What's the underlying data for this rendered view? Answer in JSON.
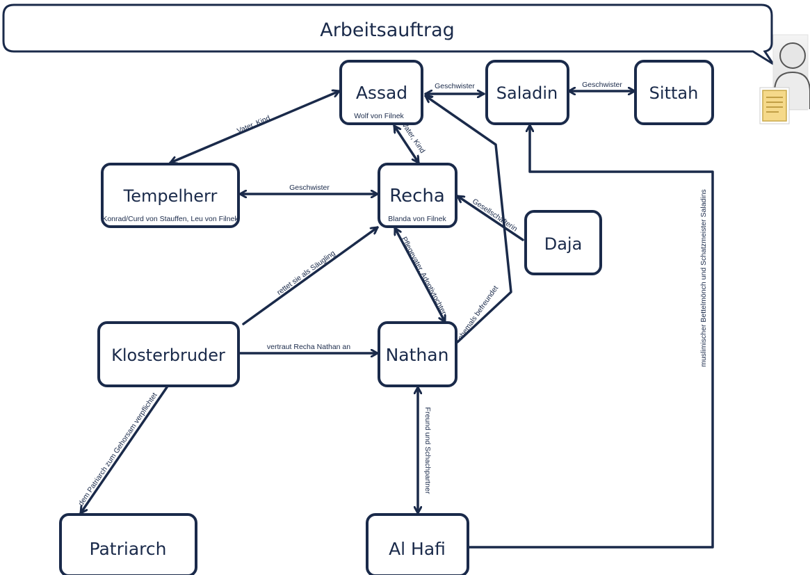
{
  "header": {
    "title": "Arbeitsauftrag"
  },
  "nodes": {
    "assad": {
      "label": "Assad",
      "sub": "Wolf von Filnek"
    },
    "saladin": {
      "label": "Saladin"
    },
    "sittah": {
      "label": "Sittah"
    },
    "tempelherr": {
      "label": "Tempelherr",
      "sub": "Konrad/Curd von Stauffen, Leu von Filnek"
    },
    "recha": {
      "label": "Recha",
      "sub": "Blanda von Filnek"
    },
    "daja": {
      "label": "Daja"
    },
    "klosterbruder": {
      "label": "Klosterbruder"
    },
    "nathan": {
      "label": "Nathan"
    },
    "patriarch": {
      "label": "Patriarch"
    },
    "alhafi": {
      "label": "Al Hafi"
    }
  },
  "edges": {
    "assad_saladin": "Geschwister",
    "saladin_sittah": "Geschwister",
    "assad_tempelherr": "Vater, Kind",
    "assad_recha": "Vater, Kind",
    "tempelherr_recha": "Geschwister",
    "daja_recha": "Gesellschafterin",
    "recha_nathan": "Pflegevater, Adoptivtochter",
    "nathan_assad": "ehemals befreundet",
    "klosterbruder_recha": "rettet sie als Säugling",
    "klosterbruder_nathan": "vertraut Recha Nathan an",
    "klosterbruder_patriarch": "dem Patriarch zum Gehorsam verpflichtet",
    "nathan_alhafi": "Freund und Schachpartner",
    "alhafi_saladin": "muslimischer Bettelmönch und Schatzmeister Saladins"
  },
  "colors": {
    "ink": "#1a2a4a",
    "background": "#ffffff",
    "note": "#f5d98a"
  },
  "icons": {
    "assistant": "person-with-note-icon"
  }
}
